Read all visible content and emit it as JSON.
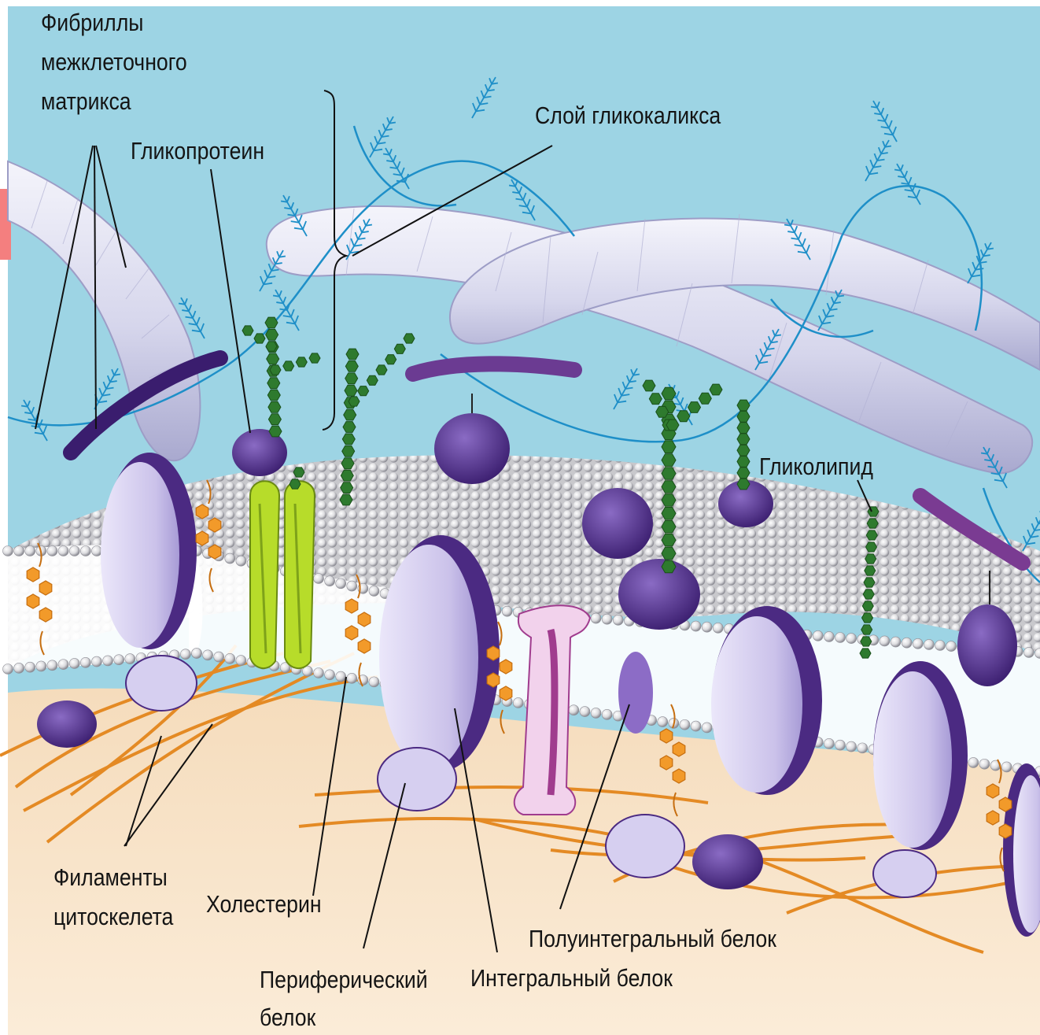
{
  "labels": {
    "fibrils": [
      "Фибриллы",
      "межклеточного",
      "матрикса"
    ],
    "glycoprotein": "Гликопротеин",
    "glycocalyx": "Слой гликокаликса",
    "glycolipid": "Гликолипид",
    "cytoskeleton": [
      "Филаменты",
      "цитоскелета"
    ],
    "cholesterol": "Холестерин",
    "peripheral_protein": [
      "Периферический",
      "белок"
    ],
    "integral_protein": "Интегральный белок",
    "semi_integral_protein": "Полуинтегральный белок"
  },
  "colors": {
    "extracellular": "#9dd4e4",
    "cytoplasm": "#f7e3c8",
    "fibril": "#dcdcf0",
    "protein": "#cfc8ec",
    "protein_dark": "#4b2a82",
    "glycoprotein": "#4e2f86",
    "sugar_chain": "#2e7a2e",
    "cholesterol": "#f29a2a",
    "filament": "#e48a24",
    "channel": "#b7dc2a",
    "pore": "#f0c8e8",
    "glycocalyx": "#1e8fc8",
    "head": "#e8e8ea"
  }
}
